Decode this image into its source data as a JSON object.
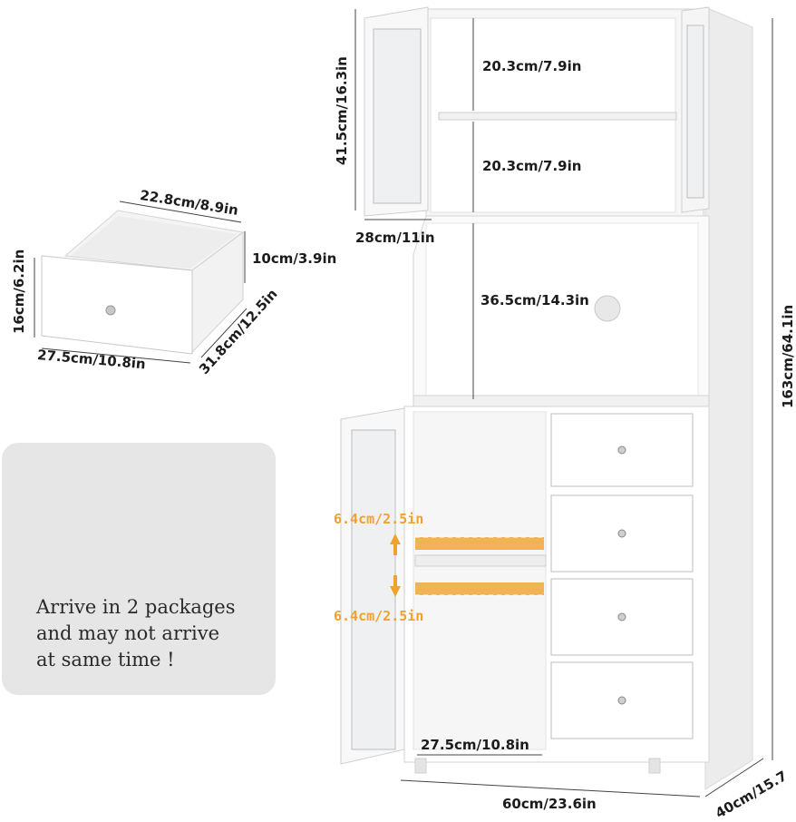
{
  "product": {
    "labels": {
      "top_shelf_upper": "20.3cm/7.9in",
      "top_shelf_lower": "20.3cm/7.9in",
      "top_cabinet_height": "41.5cm/16.3in",
      "top_cabinet_depth": "28cm/11in",
      "middle_open_height": "36.5cm/14.3in",
      "total_height": "163cm/64.1in",
      "shelf_adjust_up": "6.4cm/2.5in",
      "shelf_adjust_down": "6.4cm/2.5in",
      "lower_cabinet_width": "27.5cm/10.8in",
      "total_width": "60cm/23.6in",
      "total_depth": "40cm/15.7"
    }
  },
  "drawer": {
    "labels": {
      "inner_width": "22.8cm/8.9in",
      "inner_height": "10cm/3.9in",
      "front_height": "16cm/6.2in",
      "front_width": "27.5cm/10.8in",
      "depth": "31.8cm/12.5in"
    }
  },
  "notice": {
    "lines": [
      "Arrive in 2 packages",
      "and may not arrive",
      "at same time !"
    ],
    "box_icon": "cardboard-box-icon"
  },
  "colors": {
    "accent": "#f0a22e",
    "panel": "#e6e6e6",
    "cabinet": "#ffffff",
    "box": "#d9b27c"
  }
}
